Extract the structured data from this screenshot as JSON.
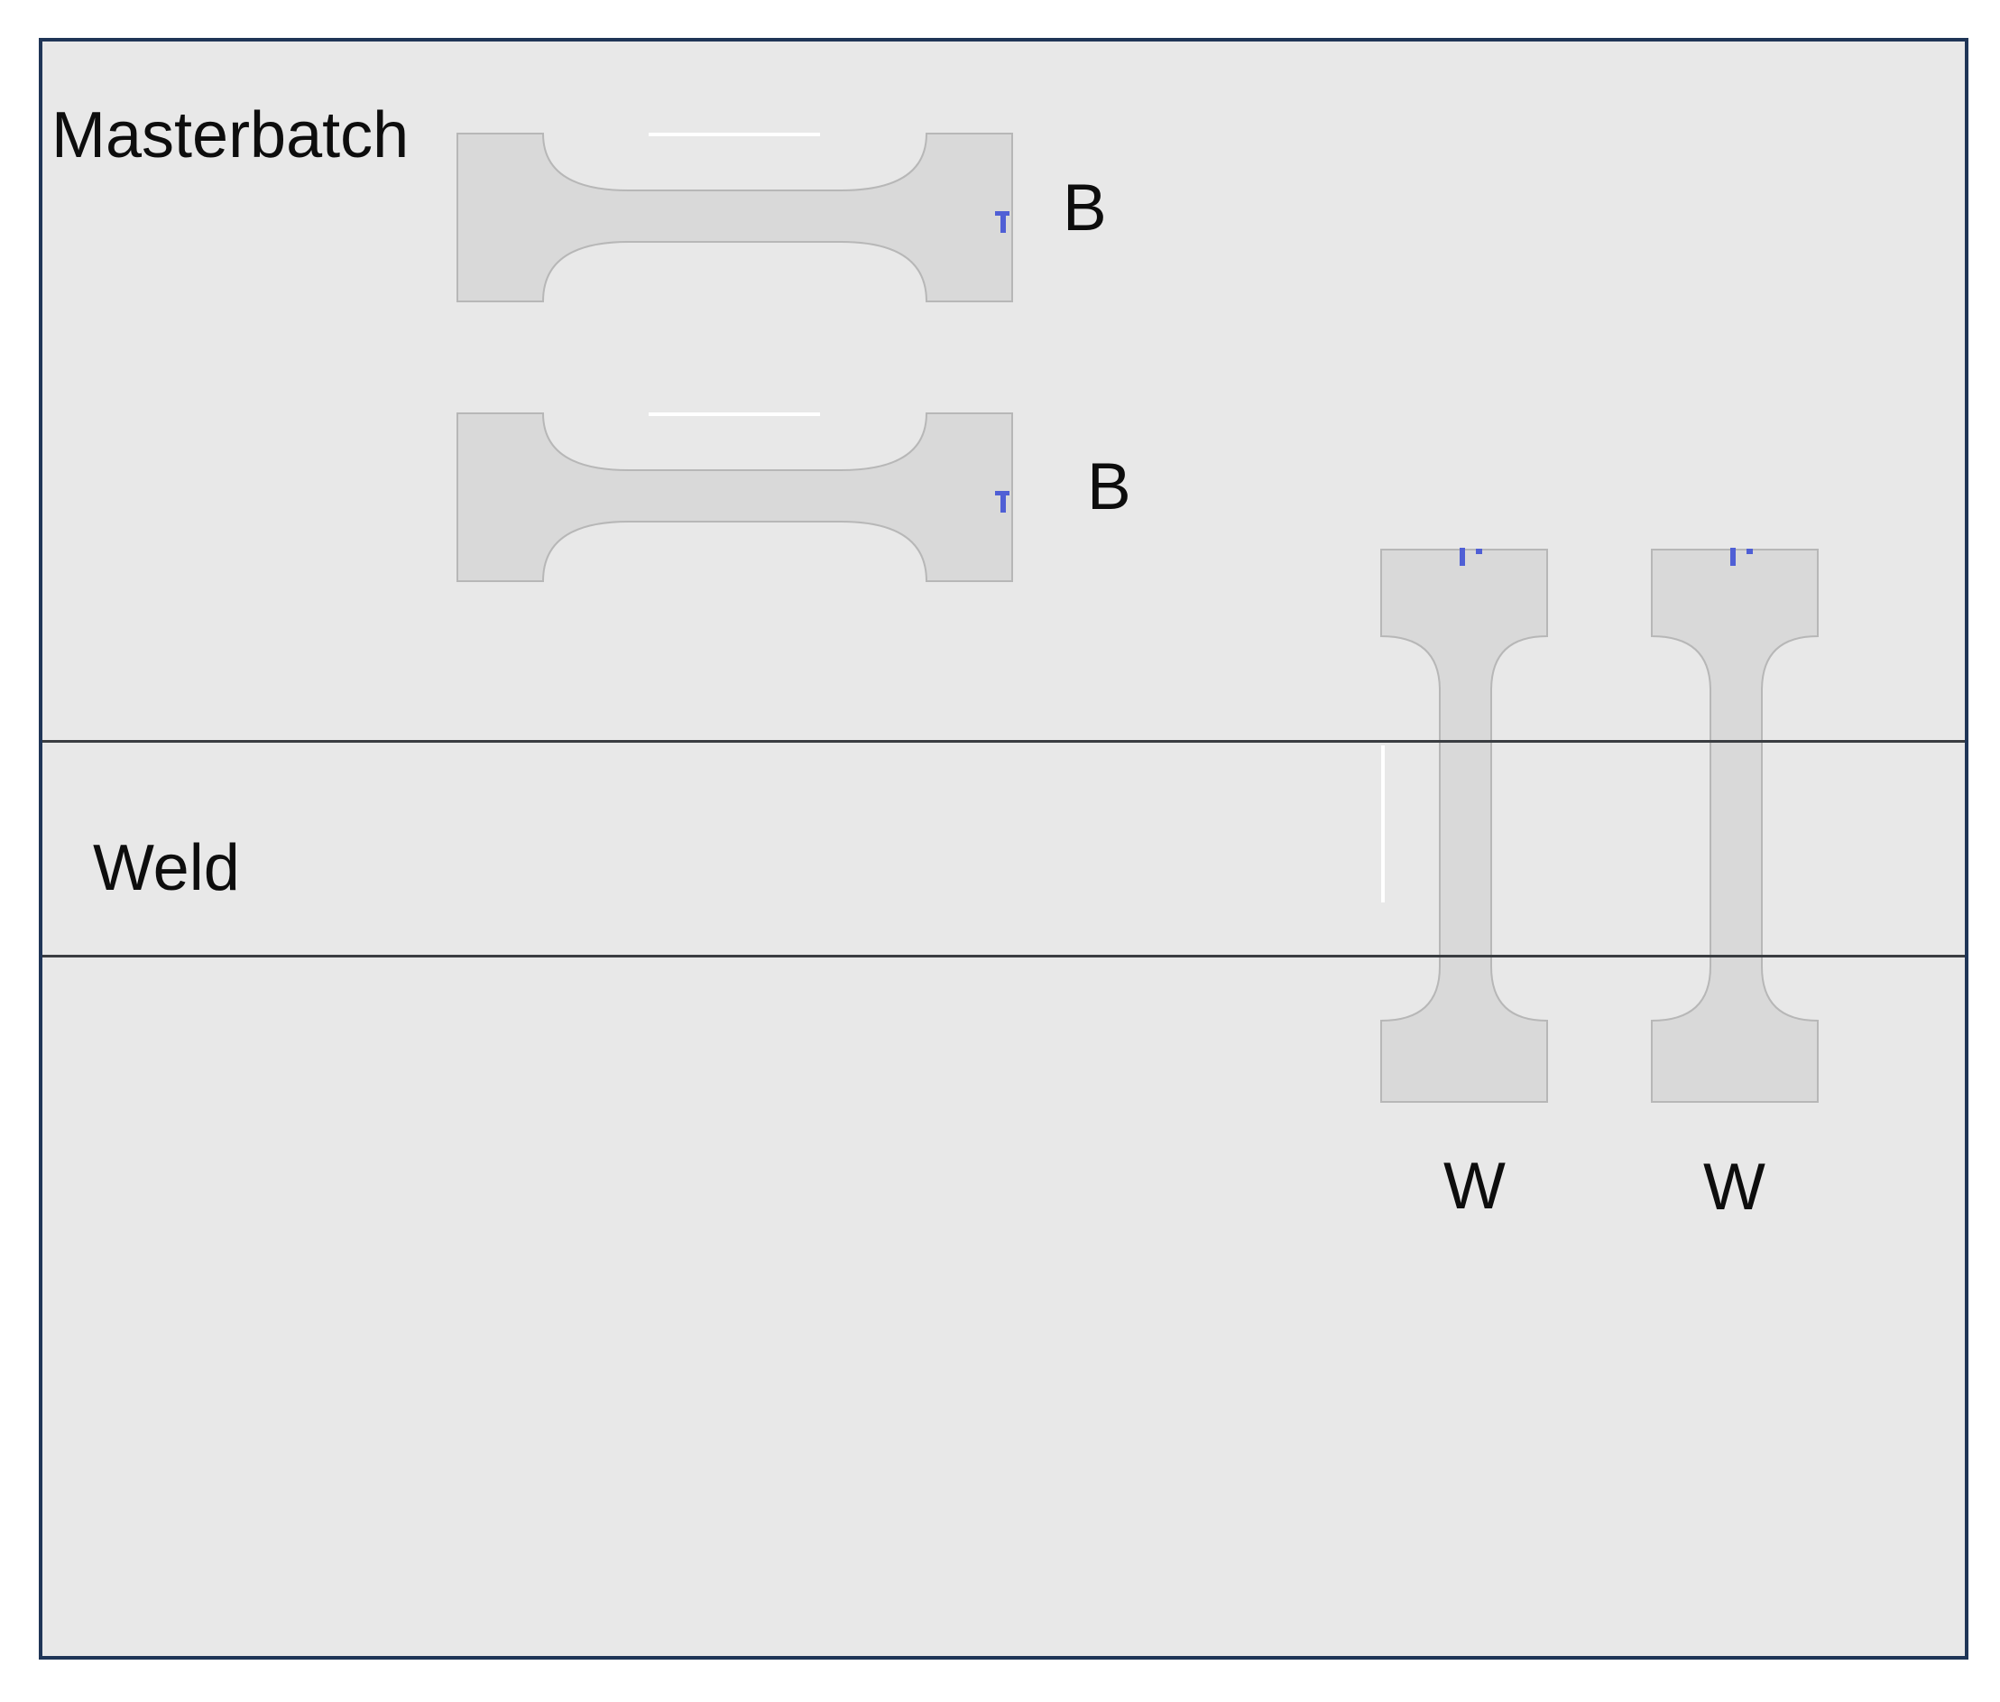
{
  "regions": {
    "masterbatch_label": "Masterbatch",
    "weld_label": "Weld"
  },
  "specimen_labels": {
    "bulk_1": "B",
    "bulk_2": "B",
    "weld_1": "W",
    "weld_2": "W"
  },
  "colors": {
    "frame_border": "#1f3557",
    "plate_fill": "#e8e8e8",
    "specimen_fill": "#d9d9d9",
    "specimen_outline": "#b7b7b7",
    "weld_line": "#3a3d41",
    "mark_blue": "#4f5fd5",
    "highlight_white": "#ffffff",
    "text": "#0d0d0d"
  }
}
